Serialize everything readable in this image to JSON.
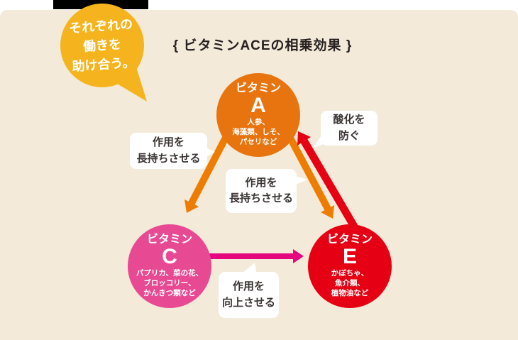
{
  "title": "{ ビタミンACEの相乗効果 }",
  "intro_bubble": {
    "text": "それぞれの\n働きを\n助け合う。"
  },
  "nodes": {
    "a": {
      "label": "ビタミン",
      "letter": "A",
      "foods": "人参、\n海藻類、しそ、\nパセリなど",
      "color": "#e8740f"
    },
    "c": {
      "label": "ビタミン",
      "letter": "C",
      "foods": "パプリカ、菜の花、\nブロッコリー、\nかんきつ類など",
      "color": "#e74a93"
    },
    "e": {
      "label": "ビタミン",
      "letter": "E",
      "foods": "かぼちゃ、\n魚介類、\n植物油など",
      "color": "#e50013"
    }
  },
  "effects": {
    "a_to_c": {
      "text": "作用を\n長持ちさせる"
    },
    "a_to_e": {
      "text": "作用を\n長持ちさせる"
    },
    "e_to_a": {
      "text": "酸化を\n防ぐ"
    },
    "c_to_e": {
      "text": "作用を\n向上させる"
    }
  },
  "colors": {
    "background": "#f3ead9",
    "top_band": "#000000",
    "intro_bubble": "#f5b41e",
    "arrow_orange": "#ee7c00",
    "arrow_red": "#e60012",
    "arrow_pink": "#e4077e",
    "bubble_white": "#ffffff"
  }
}
